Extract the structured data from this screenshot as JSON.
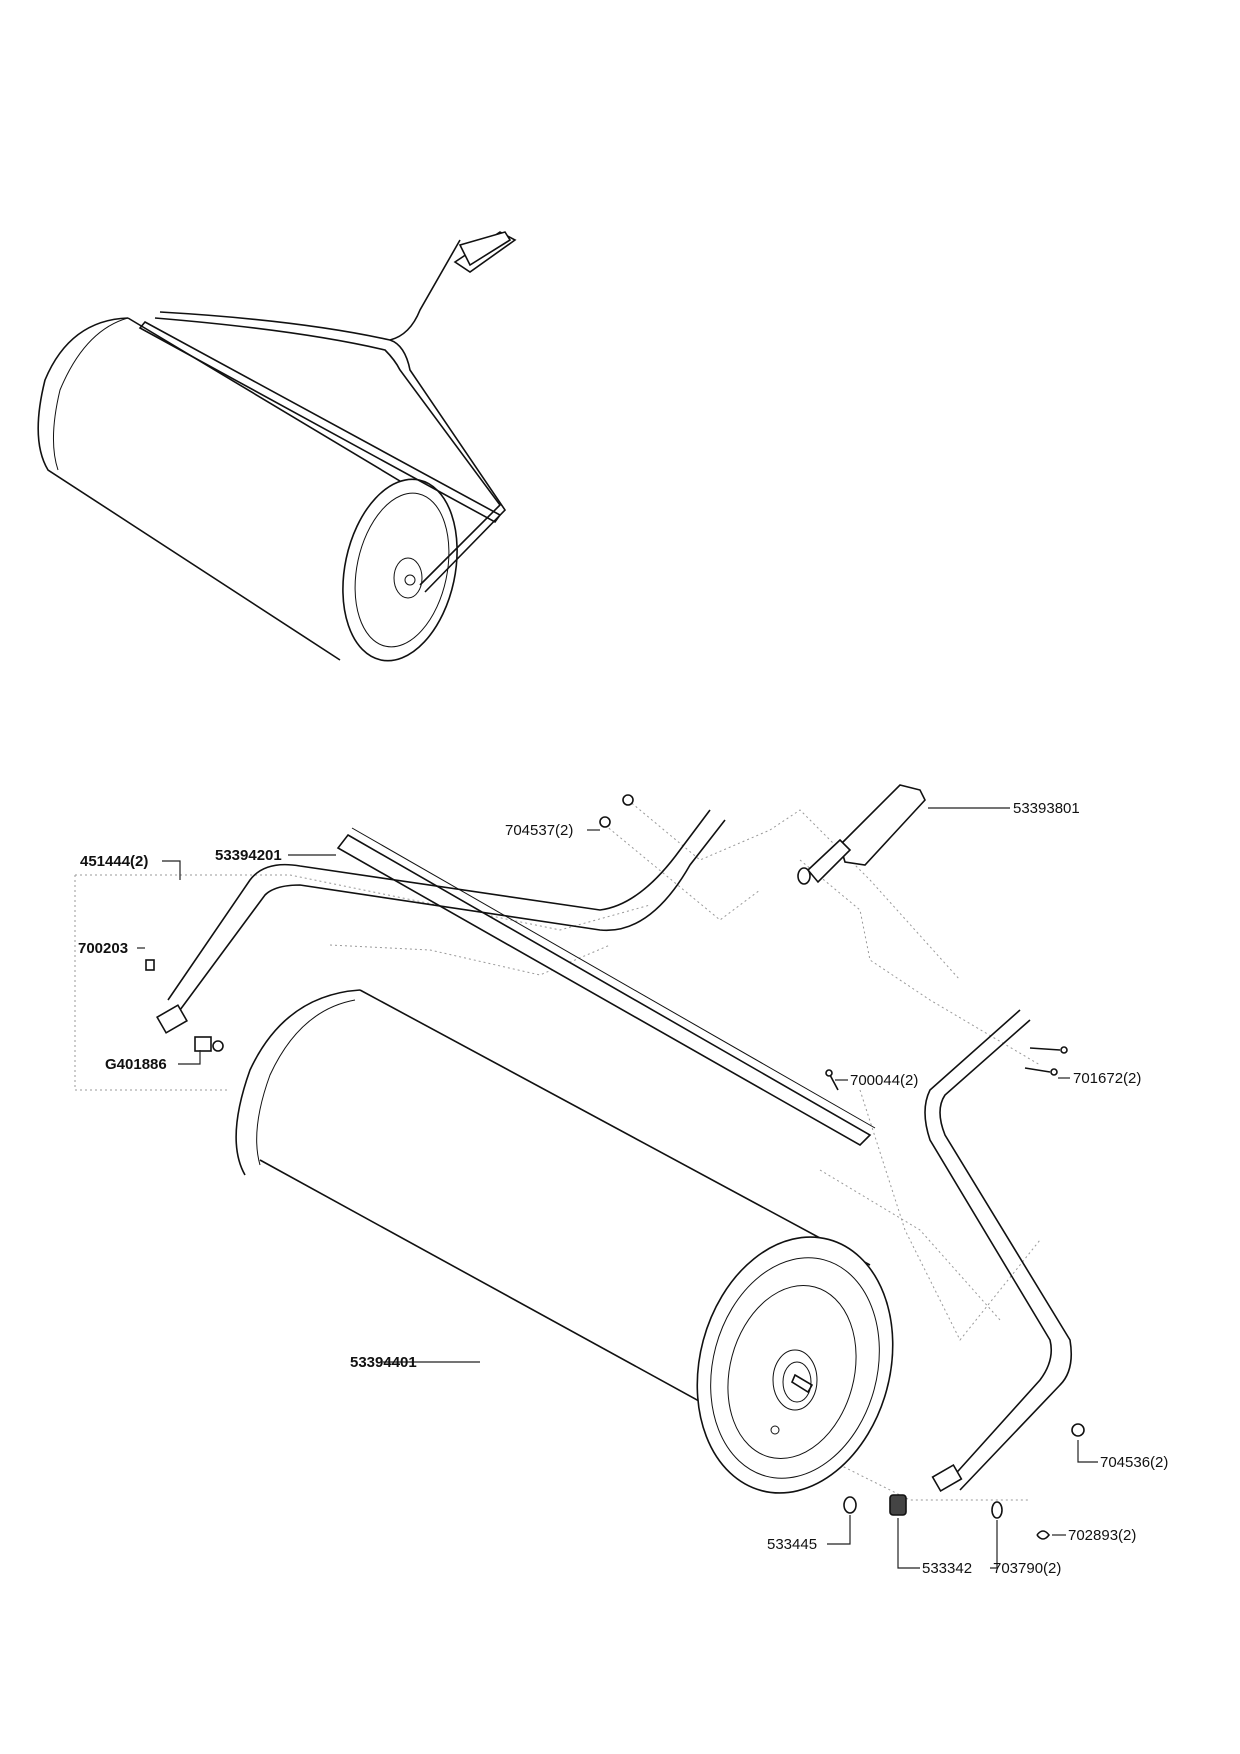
{
  "title": "Lawn roller exploded parts diagram",
  "parts": {
    "p53393801": "53393801",
    "p704537": "704537(2)",
    "p53394201": "53394201",
    "p451444": "451444(2)",
    "p700203": "700203",
    "pG401886": "G401886",
    "p700044": "700044(2)",
    "p701672": "701672(2)",
    "p53394401": "53394401",
    "p704536": "704536(2)",
    "p702893": "702893(2)",
    "p533445": "533445",
    "p533342": "533342",
    "p703790": "703790(2)"
  }
}
